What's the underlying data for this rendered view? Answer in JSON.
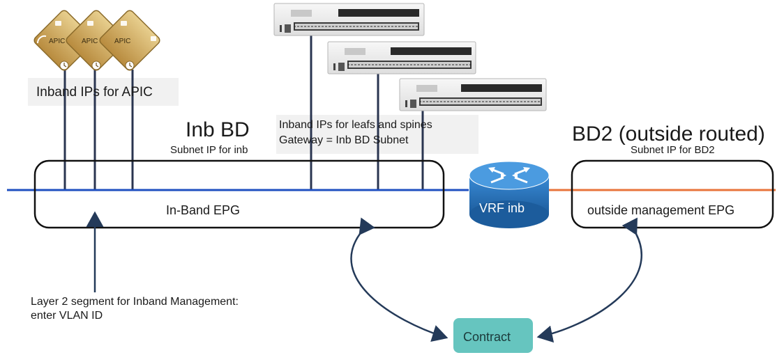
{
  "apic": {
    "label": "APIC",
    "caption": "Inband IPs for APIC"
  },
  "inb_bd": {
    "title": "Inb BD",
    "subnet": "Subnet IP for inb",
    "epg": "In-Band EPG"
  },
  "switches": {
    "caption_line1": "Inband IPs for leafs and spines",
    "caption_line2": "Gateway = Inb BD Subnet"
  },
  "router": {
    "label": "VRF inb"
  },
  "bd2": {
    "title": "BD2 (outside routed)",
    "subnet": "Subnet IP for BD2",
    "epg": "outside management EPG"
  },
  "vlan": {
    "line1": "Layer 2 segment for Inband Management:",
    "line2": "enter VLAN ID"
  },
  "contract": {
    "label": "Contract"
  },
  "colors": {
    "inband_line": "#1f4fc0",
    "outside_line": "#e8743b",
    "apic_gold": "#c9a25c",
    "router_blue": "#1f6fb8",
    "contract_fill": "#66c5bf"
  }
}
